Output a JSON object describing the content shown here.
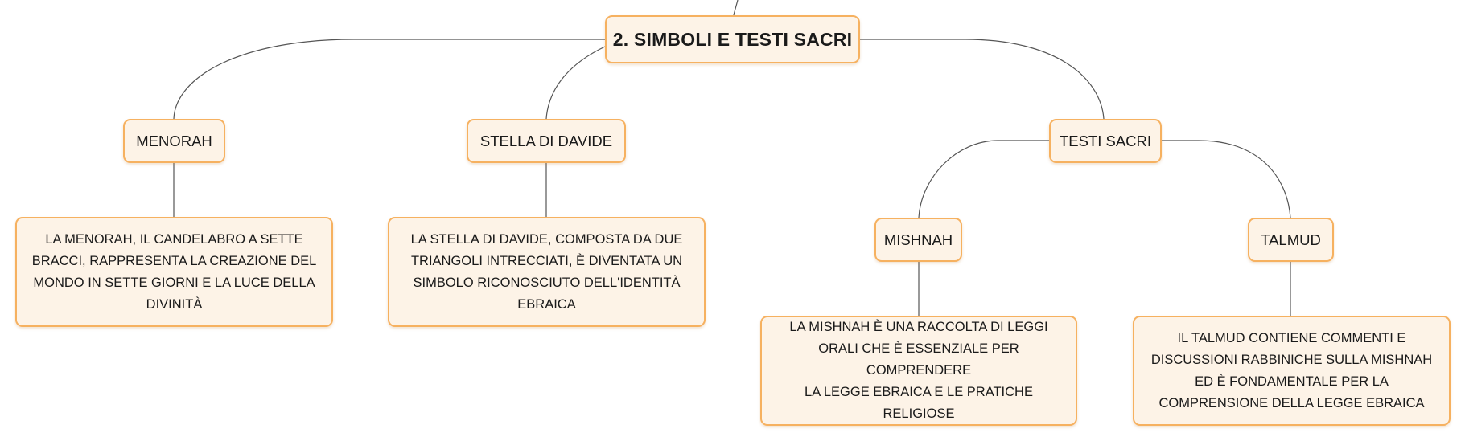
{
  "root": {
    "label": "2. SIMBOLI E TESTI SACRI"
  },
  "topics": {
    "menorah": "MENORAH",
    "stella": "STELLA DI DAVIDE",
    "testi": "TESTI SACRI",
    "mishnah": "MISHNAH",
    "talmud": "TALMUD"
  },
  "leaves": {
    "menorah": [
      "LA MENORAH, IL CANDELABRO A SETTE",
      "BRACCI, RAPPRESENTA LA CREAZIONE DEL",
      "MONDO IN SETTE GIORNI E LA LUCE DELLA",
      "DIVINITÀ"
    ],
    "stella": [
      "LA STELLA DI DAVIDE, COMPOSTA DA DUE",
      "TRIANGOLI INTRECCIATI, È DIVENTATA UN",
      "SIMBOLO RICONOSCIUTO DELL'IDENTITÀ",
      "EBRAICA"
    ],
    "mishnah": [
      "LA MISHNAH È UNA RACCOLTA DI LEGGI",
      "ORALI CHE È ESSENZIALE PER COMPRENDERE",
      "LA LEGGE EBRAICA E LE PRATICHE RELIGIOSE"
    ],
    "talmud": [
      "IL TALMUD CONTIENE COMMENTI E",
      "DISCUSSIONI RABBINICHE SULLA MISHNAH",
      "ED È FONDAMENTALE PER LA",
      "COMPRENSIONE DELLA LEGGE EBRAICA"
    ]
  },
  "colors": {
    "node_fill": "#fdf3e7",
    "node_border": "#f6b160",
    "connector": "#555555",
    "text": "#1a1a1a"
  }
}
